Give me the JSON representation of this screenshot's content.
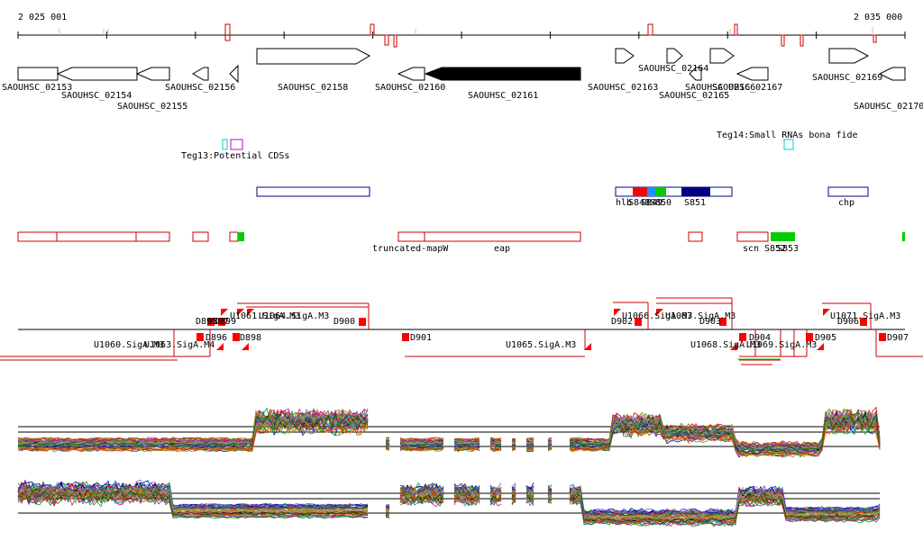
{
  "ruler": {
    "start_label": "2 025 001",
    "end_label": "2 035 000"
  },
  "colors": {
    "gene_outline": "#000000",
    "gene_highlight": "#000000",
    "feature_red": "#cc0000",
    "feature_blue": "#000080",
    "feature_bright_red": "#ff0000",
    "feature_green": "#00cc00",
    "feature_cyan": "#00cccc",
    "feature_magenta": "#cc00cc",
    "axis": "#000000"
  },
  "genes": [
    {
      "name": "SAOUHSC_02153",
      "strand": "-",
      "highlight": false
    },
    {
      "name": "SAOUHSC_02154",
      "strand": "-",
      "highlight": false
    },
    {
      "name": "SAOUHSC_02155",
      "strand": "-",
      "highlight": false
    },
    {
      "name": "SAOUHSC_02156",
      "strand": "-",
      "highlight": false
    },
    {
      "name": "SAOUHSC_02158",
      "strand": "+",
      "highlight": false
    },
    {
      "name": "SAOUHSC_02160",
      "strand": "-",
      "highlight": false
    },
    {
      "name": "SAOUHSC_02161",
      "strand": "-",
      "highlight": true
    },
    {
      "name": "SAOUHSC_02163",
      "strand": "+",
      "highlight": false
    },
    {
      "name": "SAOUHSC_02164",
      "strand": "+",
      "highlight": false
    },
    {
      "name": "SAOUHSC_02165",
      "strand": "-",
      "highlight": false
    },
    {
      "name": "SAOUHSC_02166",
      "strand": "+",
      "highlight": false
    },
    {
      "name": "SAOUHSC_02167",
      "strand": "-",
      "highlight": false
    },
    {
      "name": "SAOUHSC_02169",
      "strand": "+",
      "highlight": false
    },
    {
      "name": "SAOUHSC_02170",
      "strand": "-",
      "highlight": false
    }
  ],
  "small_rna_tracks": [
    {
      "label": "Teg13:Potential CDSs"
    },
    {
      "label": "Teg14:Small RNAs bona fide"
    }
  ],
  "blue_features": [
    {
      "label": "hlb"
    },
    {
      "label": "S848"
    },
    {
      "label": "S849"
    },
    {
      "label": "S850"
    },
    {
      "label": "S851"
    },
    {
      "label": "chp"
    }
  ],
  "red_features": [
    {
      "label": "truncated-mapW"
    },
    {
      "label": "eap"
    },
    {
      "label": "scn"
    },
    {
      "label": "S852"
    },
    {
      "label": "S853"
    }
  ],
  "regulatory_upper": [
    {
      "label": "U1061.SigA.M3"
    },
    {
      "label": "U1064.SigA.M3"
    },
    {
      "label": "U1066.SigA.M3"
    },
    {
      "label": "U1067.SigA.M3"
    },
    {
      "label": "U1071.SigA.M3"
    }
  ],
  "regulatory_lower": [
    {
      "label": "U1060.SigA.M3"
    },
    {
      "label": "U1063.SigA.M4"
    },
    {
      "label": "U1065.SigA.M3"
    },
    {
      "label": "U1068.SigA.M3"
    },
    {
      "label": "U1069.SigA.M3"
    }
  ],
  "boxes_upper": [
    {
      "label": "D895"
    },
    {
      "label": "D897"
    },
    {
      "label": "D899"
    },
    {
      "label": "D900"
    },
    {
      "label": "D902"
    },
    {
      "label": "D903"
    },
    {
      "label": "D906"
    }
  ],
  "boxes_lower": [
    {
      "label": "D896"
    },
    {
      "label": "D898"
    },
    {
      "label": "D901"
    },
    {
      "label": "D904"
    },
    {
      "label": "D905"
    },
    {
      "label": "D907"
    }
  ]
}
